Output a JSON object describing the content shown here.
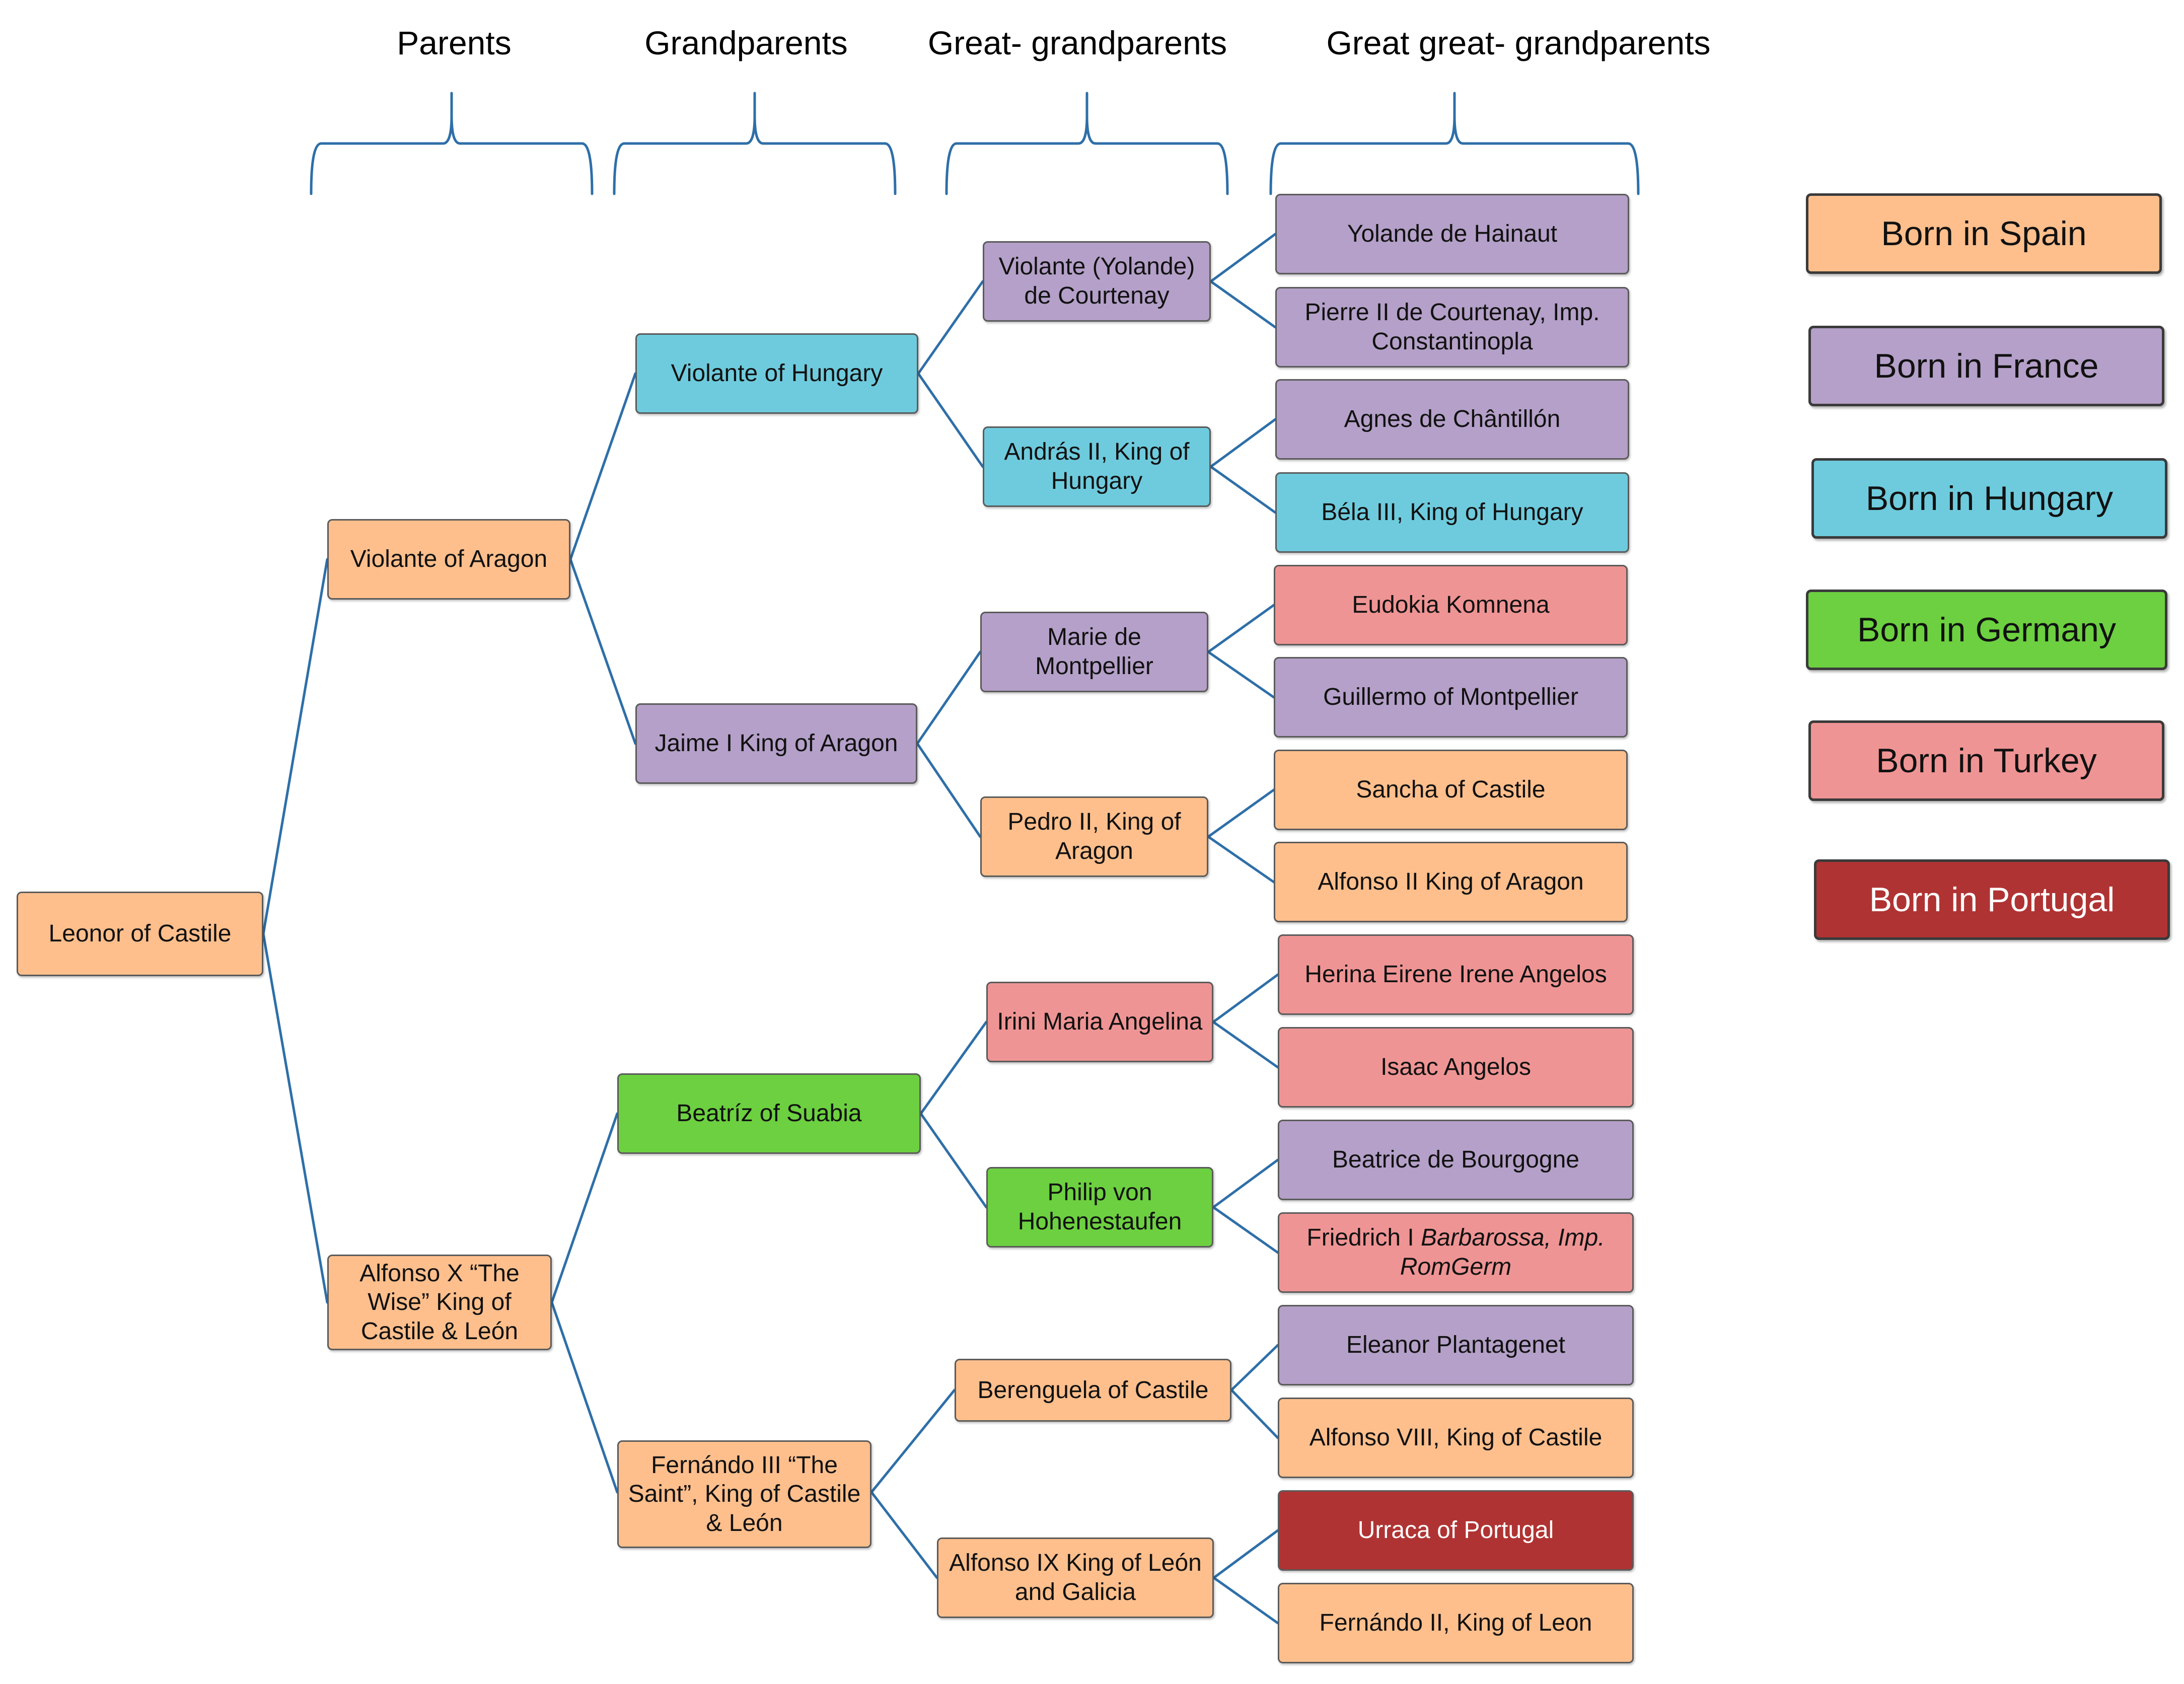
{
  "headers": {
    "parents": "Parents",
    "grandparents": "Grandparents",
    "great": "Great- grandparents",
    "great_great": "Great great- grandparents"
  },
  "colors": {
    "spain": "#ffbf8c",
    "france": "#b4a0c8",
    "hungary": "#6ecbdd",
    "germany": "#6cd040",
    "turkey": "#ef9494",
    "portugal": "#b03333",
    "connector": "#2e6fa8"
  },
  "tree": {
    "root": "Leonor of Castile",
    "parents": {
      "violante_aragon": "Violante of Aragon",
      "alfonso_x": [
        "Alfonso X “The",
        "Wise” King of",
        "Castile & León"
      ]
    },
    "grandparents": {
      "violante_hungary": "Violante of Hungary",
      "jaime_i": "Jaime I King of Aragon",
      "beatriz": "Beatríz of Suabia",
      "fernando_iii": [
        "Fernándo III “The",
        "Saint”, King of Castile",
        "& León"
      ]
    },
    "great": {
      "violante_courtenay": [
        "Violante (Yolande)",
        "de Courtenay"
      ],
      "andras_ii": [
        "András II, King of",
        "Hungary"
      ],
      "marie": [
        "Marie de",
        "Montpellier"
      ],
      "pedro_ii": [
        "Pedro II, King of",
        "Aragon"
      ],
      "irini": "Irini Maria Angelina",
      "philip": [
        "Philip von",
        "Hohenestaufen"
      ],
      "berenguela": "Berenguela of Castile",
      "alfonso_ix": [
        "Alfonso IX  King of León",
        "and Galicia"
      ]
    },
    "great_great": {
      "yolande": "Yolande de Hainaut",
      "pierre": [
        "Pierre II de Courtenay, Imp.",
        "Constantinopla"
      ],
      "agnes": "Agnes de Chântillón",
      "bela": "Béla III, King of Hungary",
      "eudokia": "Eudokia Komnena",
      "guillermo": "Guillermo of Montpellier",
      "sancha": "Sancha of Castile",
      "alfonso_ii": "Alfonso II  King of Aragon",
      "herina": "Herina Eirene Irene Angelos",
      "isaac": "Isaac Angelos",
      "beatrice": "Beatrice de Bourgogne",
      "friedrich": {
        "line1_plain": "Friedrich I ",
        "line1_italic": "Barbarossa, Imp.",
        "line2_italic": "RomGerm"
      },
      "eleanor": "Eleanor Plantagenet",
      "alfonso_viii": "Alfonso VIII, King of Castile",
      "urraca": "Urraca of Portugal",
      "fernando_ii": "Fernándo II, King of Leon"
    }
  },
  "legend": {
    "spain": "Born in Spain",
    "france": "Born in France",
    "hungary": "Born in Hungary",
    "germany": "Born in Germany",
    "turkey": "Born in Turkey",
    "portugal": "Born in Portugal"
  }
}
